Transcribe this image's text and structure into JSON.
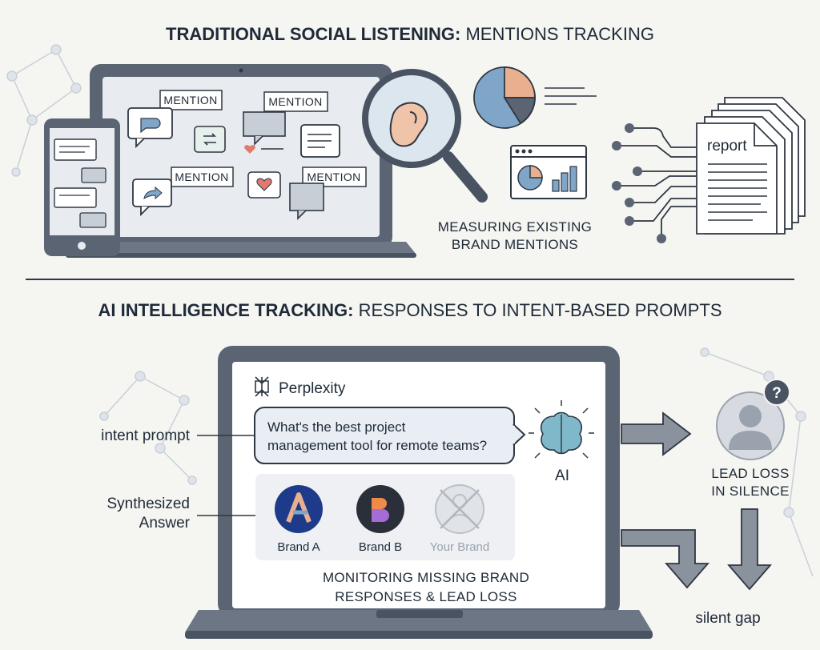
{
  "top": {
    "title_bold": "TRADITIONAL SOCIAL LISTENING:",
    "title_rest": " MENTIONS TRACKING",
    "mention_tag": "MENTION",
    "report_label": "report",
    "caption_line1": "MEASURING EXISTING",
    "caption_line2": "BRAND MENTIONS"
  },
  "bottom": {
    "title_bold": "AI INTELLIGENCE TRACKING:",
    "title_rest": " RESPONSES TO INTENT-BASED PROMPTS",
    "app_name": "Perplexity",
    "query_line1": "What's the best project",
    "query_line2": "management tool for remote teams?",
    "ai_label": "AI",
    "label_intent": "intent prompt",
    "label_answer_line1": "Synthesized",
    "label_answer_line2": "Answer",
    "brands": [
      "Brand A",
      "Brand B",
      "Your Brand"
    ],
    "caption_line1": "MONITORING MISSING BRAND",
    "caption_line2": "RESPONSES & LEAD LOSS",
    "lead_loss_line1": "LEAD LOSS",
    "lead_loss_line2": "IN SILENCE",
    "silent_gap": "silent gap"
  },
  "colors": {
    "ink": "#1f2a37",
    "device_frame": "#5a6473",
    "screen": "#e8ecf1",
    "accent_blue": "#7fa6c9",
    "accent_peach": "#e8b08f",
    "accent_red": "#e07a6e",
    "accent_teal": "#7fb8a8"
  },
  "icons": [
    "phone-icon",
    "laptop-icon",
    "speech-bubble-icon",
    "retweet-icon",
    "heart-icon",
    "share-icon",
    "magnifier-ear-icon",
    "pie-chart-icon",
    "dashboard-icon",
    "circuit-icon",
    "report-stack-icon",
    "perplexity-logo-icon",
    "ai-brain-icon",
    "user-question-icon",
    "arrow-icon"
  ]
}
